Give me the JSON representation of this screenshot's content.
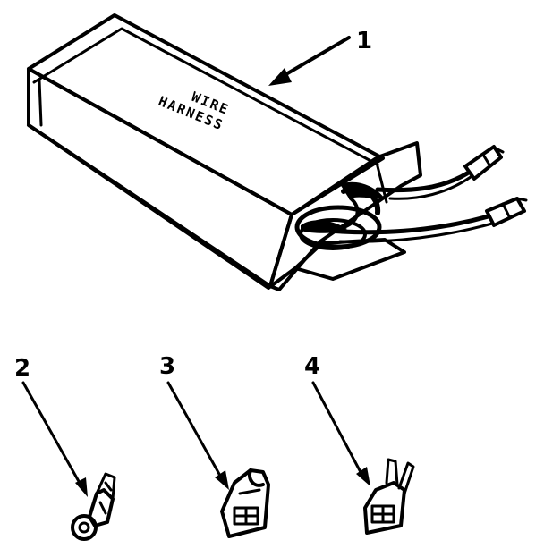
{
  "diagram": {
    "box_label_line1": "WIRE",
    "box_label_line2": "HARNESS",
    "callouts": [
      "1",
      "2",
      "3",
      "4"
    ]
  },
  "parts": [
    {
      "callout": "1",
      "item": "wire-harness-box"
    },
    {
      "callout": "2",
      "item": "ring-terminal"
    },
    {
      "callout": "3",
      "item": "hook-terminal"
    },
    {
      "callout": "4",
      "item": "spade-terminal"
    }
  ]
}
